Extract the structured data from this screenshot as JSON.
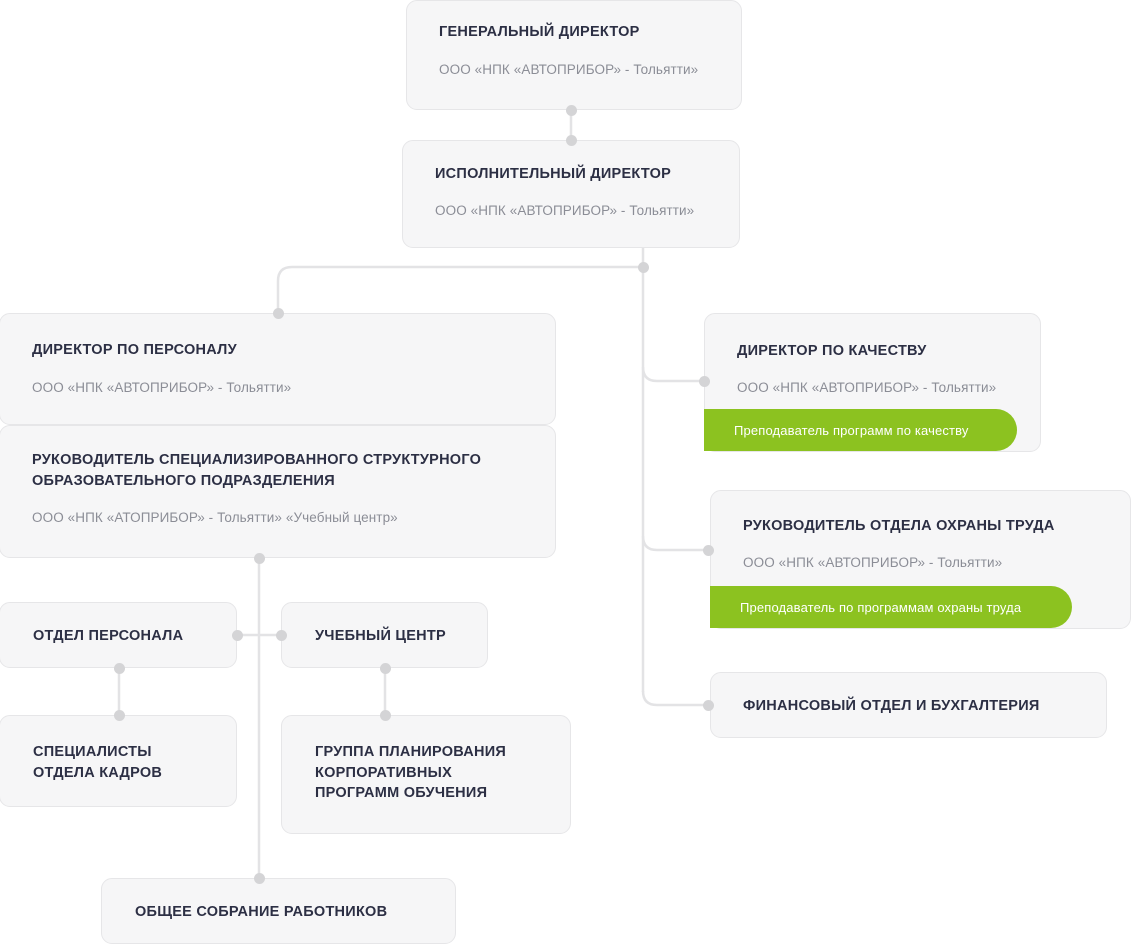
{
  "theme": {
    "background": "#ffffff",
    "card_bg": "#f6f6f7",
    "card_border": "#e6e6e8",
    "title_color": "#2c2f44",
    "subtitle_color": "#8b8d96",
    "accent_green": "#8cc220",
    "connector_color": "#e3e3e5",
    "dot_color": "#d4d4d6"
  },
  "nodes": {
    "general_director": {
      "title": "ГЕНЕРАЛЬНЫЙ ДИРЕКТОР",
      "subtitle": "ООО «НПК «АВТОПРИБОР» - Тольятти»"
    },
    "executive_director": {
      "title": "ИСПОЛНИТЕЛЬНЫЙ ДИРЕКТОР",
      "subtitle": "ООО «НПК «АВТОПРИБОР» - Тольятти»"
    },
    "hr_director": {
      "title": "ДИРЕКТОР ПО ПЕРСОНАЛУ",
      "subtitle": "ООО «НПК «АВТОПРИБОР» - Тольятти»"
    },
    "education_head": {
      "title": "РУКОВОДИТЕЛЬ СПЕЦИАЛИЗИРОВАННОГО СТРУКТУРНОГО ОБРАЗОВАТЕЛЬНОГО ПОДРАЗДЕЛЕНИЯ",
      "subtitle": "ООО «НПК «АТОПРИБОР» - Тольятти» «Учебный центр»"
    },
    "quality_director": {
      "title": "ДИРЕКТОР ПО КАЧЕСТВУ",
      "subtitle": "ООО «НПК «АВТОПРИБОР» - Тольятти»",
      "badge": "Преподаватель программ по качеству"
    },
    "labor_safety_head": {
      "title": "РУКОВОДИТЕЛЬ ОТДЕЛА ОХРАНЫ ТРУДА",
      "subtitle": "ООО «НПК «АВТОПРИБОР» - Тольятти»",
      "badge": "Преподаватель по программам охраны труда"
    },
    "finance_department": {
      "title": "ФИНАНСОВЫЙ ОТДЕЛ И БУХГАЛТЕРИЯ"
    },
    "personnel_department": {
      "title": "ОТДЕЛ ПЕРСОНАЛА"
    },
    "training_center": {
      "title": "УЧЕБНЫЙ ЦЕНТР"
    },
    "hr_specialists": {
      "title": "СПЕЦИАЛИСТЫ ОТДЕЛА КАДРОВ"
    },
    "planning_group": {
      "title": "ГРУППА ПЛАНИРОВАНИЯ КОРПОРАТИВНЫХ ПРОГРАММ ОБУЧЕНИЯ"
    },
    "general_meeting": {
      "title": "ОБЩЕЕ СОБРАНИЕ РАБОТНИКОВ"
    }
  }
}
